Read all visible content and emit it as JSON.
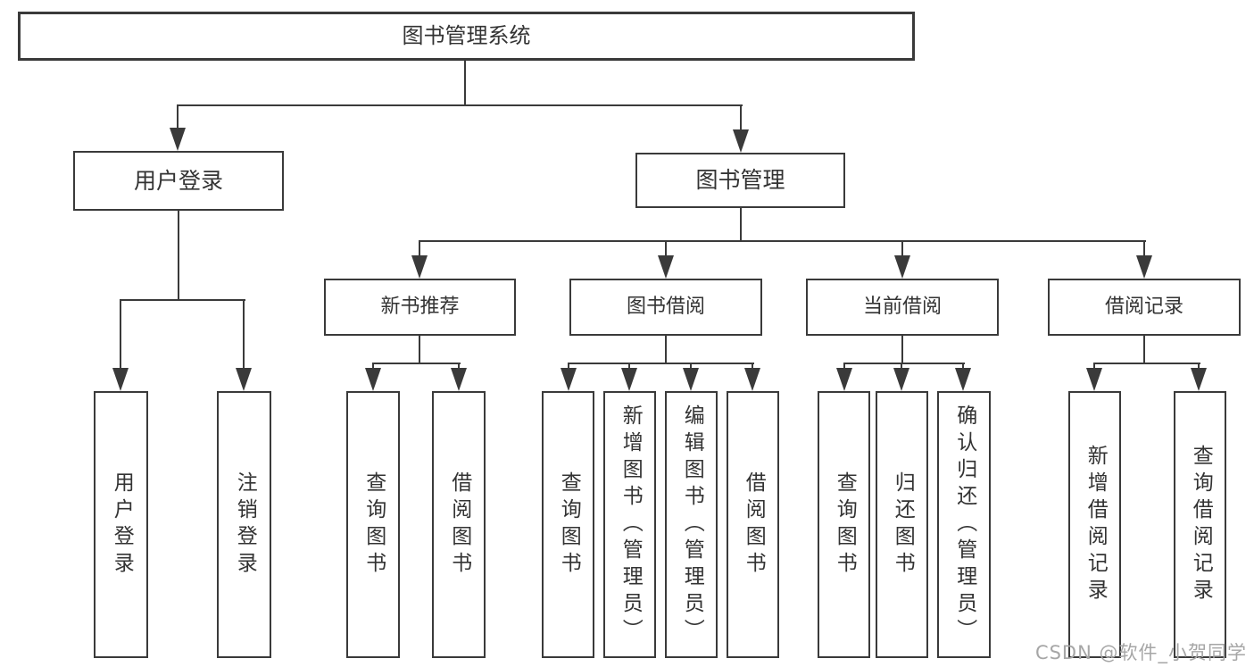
{
  "colors": {
    "line": "#3a3a3a",
    "text": "#333333",
    "background": "#ffffff",
    "watermark": "#a6a6a6"
  },
  "watermark": {
    "text": "CSDN @软件_小贺同学"
  },
  "nodes": {
    "root": {
      "label": "图书管理系统"
    },
    "login": {
      "label": "用户登录"
    },
    "mgmt": {
      "label": "图书管理"
    },
    "newbook": {
      "label": "新书推荐"
    },
    "borrow": {
      "label": "图书借阅"
    },
    "current": {
      "label": "当前借阅"
    },
    "records": {
      "label": "借阅记录"
    },
    "login_user": {
      "label": "用户登录"
    },
    "login_logout": {
      "label": "注销登录"
    },
    "newbook_query": {
      "label": "查询图书"
    },
    "newbook_borrow": {
      "label": "借阅图书"
    },
    "borrow_query": {
      "label": "查询图书"
    },
    "borrow_add": {
      "label": "新增图书（管理员）"
    },
    "borrow_edit": {
      "label": "编辑图书（管理员）"
    },
    "borrow_borrow": {
      "label": "借阅图书"
    },
    "current_query": {
      "label": "查询图书"
    },
    "current_return": {
      "label": "归还图书"
    },
    "current_confirm": {
      "label": "确认归还（管理员）"
    },
    "records_add": {
      "label": "新增借阅记录"
    },
    "records_query": {
      "label": "查询借阅记录"
    }
  }
}
